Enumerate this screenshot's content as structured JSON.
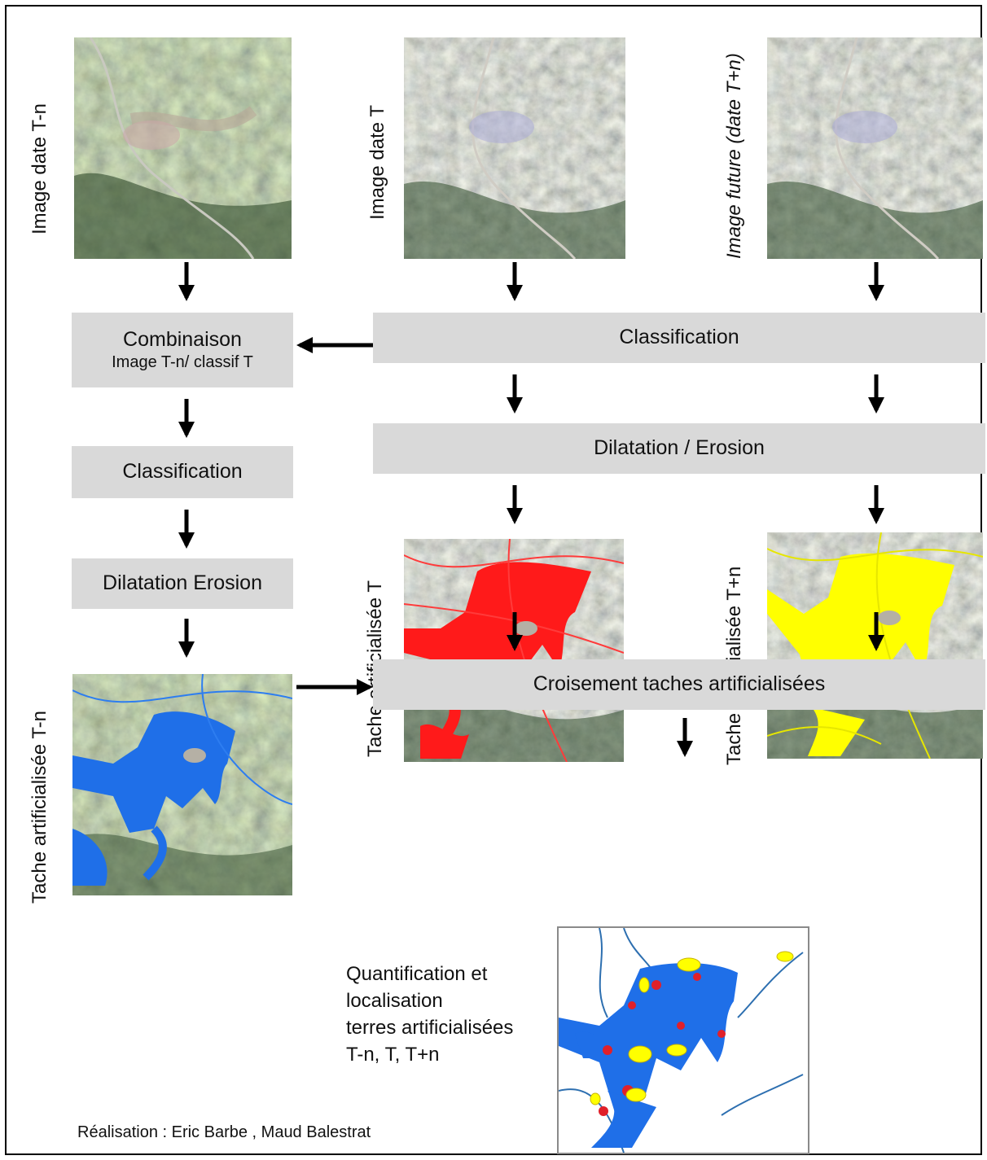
{
  "labels": {
    "image_tn": "Image date T-n",
    "image_t": "Image date T",
    "image_future_main": "Image future",
    "image_future_paren": "(date T+n)",
    "tache_tn": "Tache artificialisée  T-n",
    "tache_t": "Tache artificialisée  T",
    "tache_tpn": "Tache artificialisée  T+n"
  },
  "boxes": {
    "combinaison_title": "Combinaison",
    "combinaison_sub": "Image T-n/ classif T",
    "classification_left": "Classification",
    "dilatation_left": "Dilatation Erosion",
    "classification_main": "Classification",
    "dilatation_main": "Dilatation / Erosion",
    "croisement": "Croisement taches artificialisées"
  },
  "result": {
    "line1": "Quantification et",
    "line2": "localisation",
    "line3": "terres artificialisées",
    "line4": "T-n, T, T+n"
  },
  "credit": "Réalisation : Eric Barbe , Maud Balestrat",
  "colors": {
    "box_gray": "#d9d9d9",
    "arrow": "#000000",
    "tache_blue": "#1f6fe8",
    "tache_red": "#ff1a1a",
    "tache_yellow": "#ffff00",
    "result_frame": "#8a8a8a"
  }
}
